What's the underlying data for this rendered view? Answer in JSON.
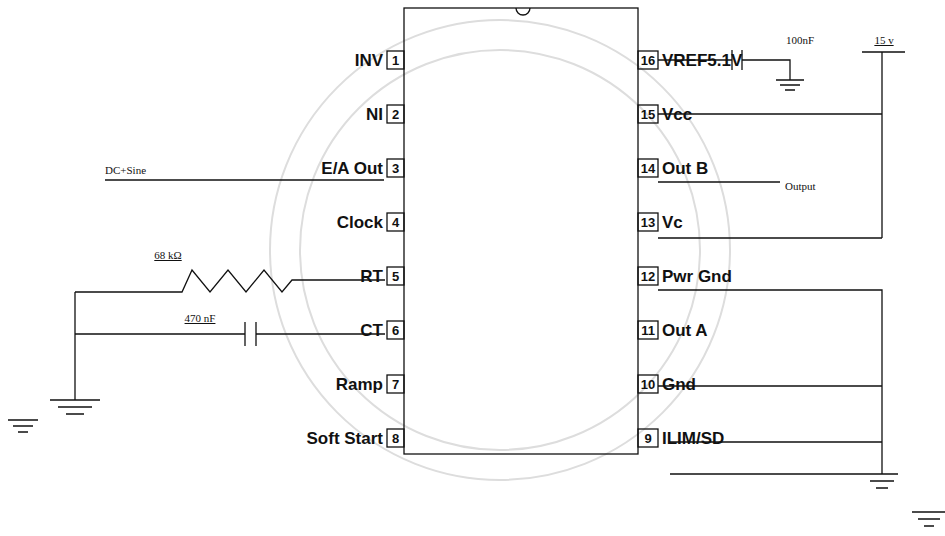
{
  "diagram": {
    "labels": [
      "INV",
      "1",
      "NI",
      "2",
      "E/A Out",
      "3",
      "Clock",
      "4",
      "RT",
      "5",
      "CT",
      "6",
      "Ramp",
      "7",
      "Soft Start",
      "8",
      "VREF5.1V",
      "16",
      "Vcc",
      "15",
      "Out B",
      "14",
      "Vc",
      "13",
      "Pwr Gnd",
      "12",
      "Out A",
      "11",
      "Gnd",
      "10",
      "ILIM/SD",
      "9",
      "DC+Sine",
      "68 kΩ",
      "470 nF",
      "100nF",
      "15 v",
      "Output"
    ]
  }
}
